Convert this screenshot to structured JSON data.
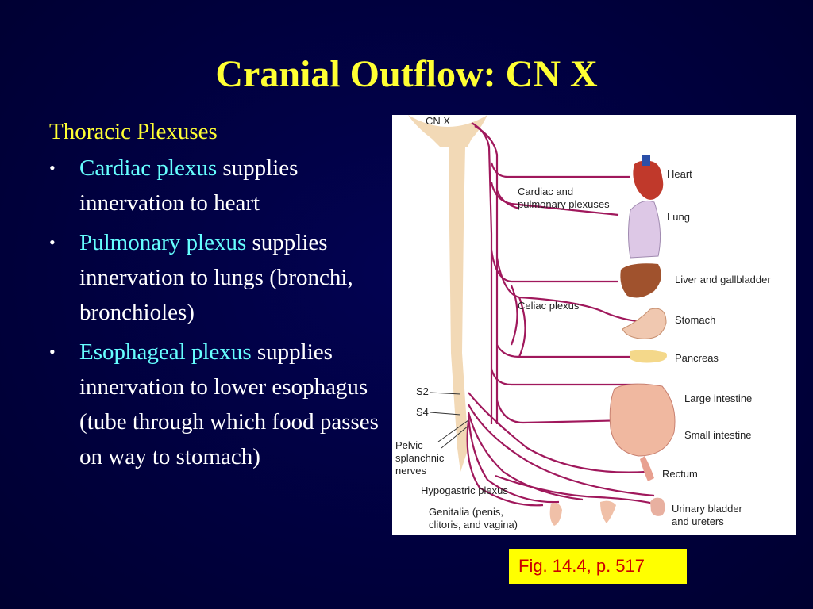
{
  "slide": {
    "title": "Cranial Outflow: CN X",
    "heading": "Thoracic Plexuses",
    "bullets": [
      {
        "term": "Cardiac plexus",
        "rest": " supplies innervation to heart"
      },
      {
        "term": "Pulmonary plexus",
        "rest": " supplies innervation to lungs (bronchi, bronchioles)"
      },
      {
        "term": "Esophageal plexus",
        "rest": " supplies innervation to lower esophagus (tube through which food passes on way to stomach)"
      }
    ],
    "figure_ref": "Fig. 14.4, p. 517"
  },
  "figure": {
    "labels": {
      "cnx": "CN X",
      "cardiac": "Cardiac and",
      "cardiac2": "pulmonary plexuses",
      "celiac": "Celiac plexus",
      "s2": "S2",
      "s4": "S4",
      "pelvic1": "Pelvic",
      "pelvic2": "splanchnic",
      "pelvic3": "nerves",
      "hypogastric": "Hypogastric plexus",
      "genitalia1": "Genitalia (penis,",
      "genitalia2": "clitoris, and vagina)"
    },
    "organs": {
      "heart": "Heart",
      "lung": "Lung",
      "liver": "Liver and gallbladder",
      "stomach": "Stomach",
      "pancreas": "Pancreas",
      "large_intestine": "Large  intestine",
      "small_intestine": "Small intestine",
      "rectum": "Rectum",
      "bladder1": "Urinary  bladder",
      "bladder2": "and ureters"
    },
    "colors": {
      "nerve": "#a0185c",
      "cord": "#f2d9b6",
      "heart": "#c0392b",
      "lung": "#ddc8e6",
      "liver": "#a0522d"
    }
  }
}
